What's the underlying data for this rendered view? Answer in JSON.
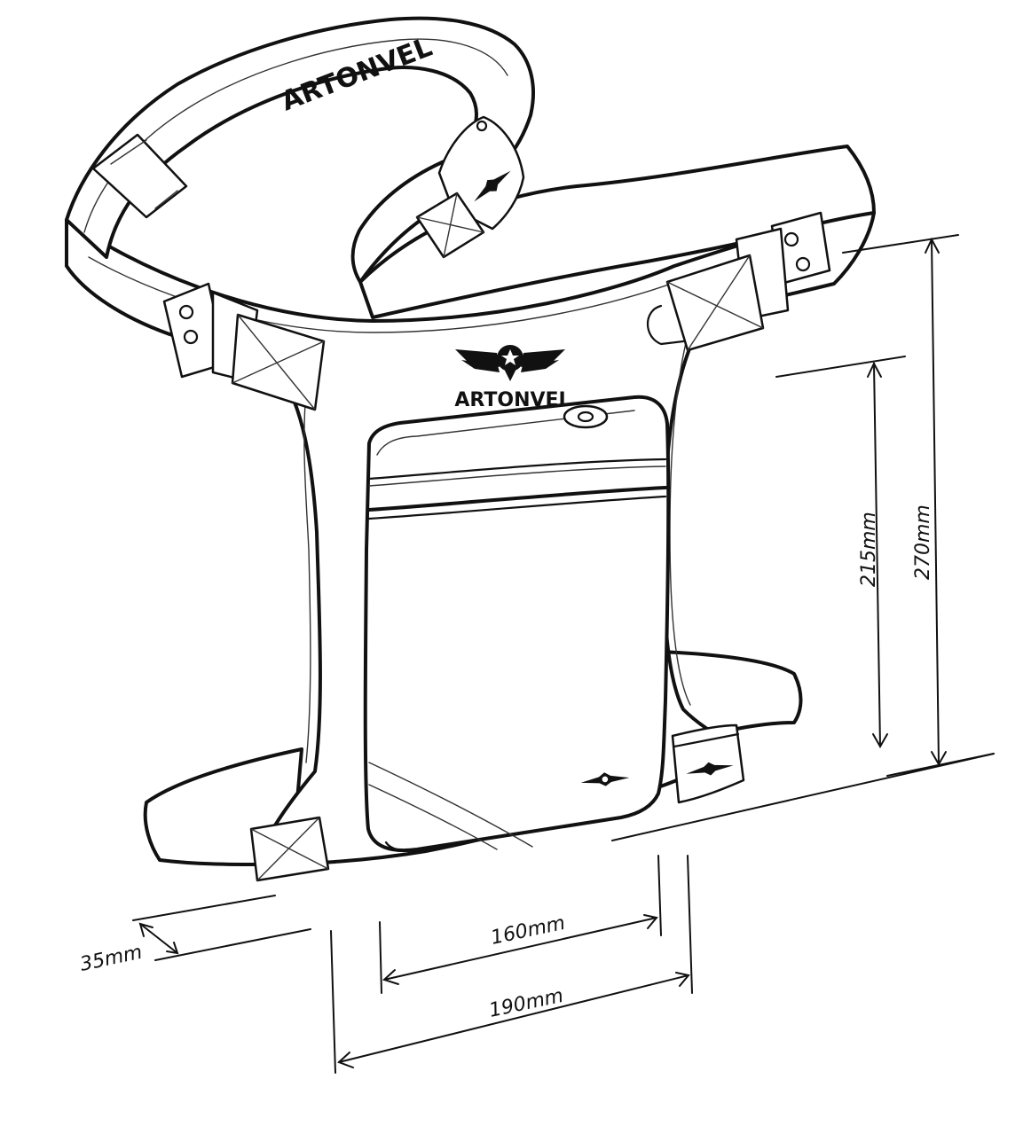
{
  "brand": {
    "strap_logo_text": "ARTONVEL",
    "body_logo_text": "ARTONVEL"
  },
  "dimensions": {
    "total_height": "270mm",
    "pocket_height": "215mm",
    "pocket_width": "160mm",
    "total_width": "190mm",
    "strap_width": "35mm"
  },
  "colors": {
    "ink": "#111111",
    "paper": "#ffffff"
  }
}
